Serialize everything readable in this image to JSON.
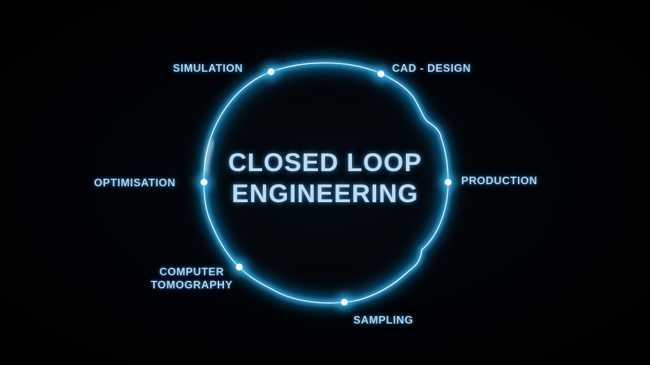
{
  "diagram": {
    "title_lines": [
      "CLOSED LOOP",
      "ENGINEERING"
    ],
    "nodes": {
      "simulation": "SIMULATION",
      "cad_design": "CAD - DESIGN",
      "production": "PRODUCTION",
      "sampling": "SAMPLING",
      "computer_tomography_line1": "COMPUTER",
      "computer_tomography_line2": "TOMOGRAPHY",
      "optimisation": "OPTIMISATION"
    },
    "colors": {
      "background": "#000000",
      "ring": "#3fc8ff",
      "ring_core": "#e6f8ff",
      "text": "#b0d8f4"
    }
  }
}
